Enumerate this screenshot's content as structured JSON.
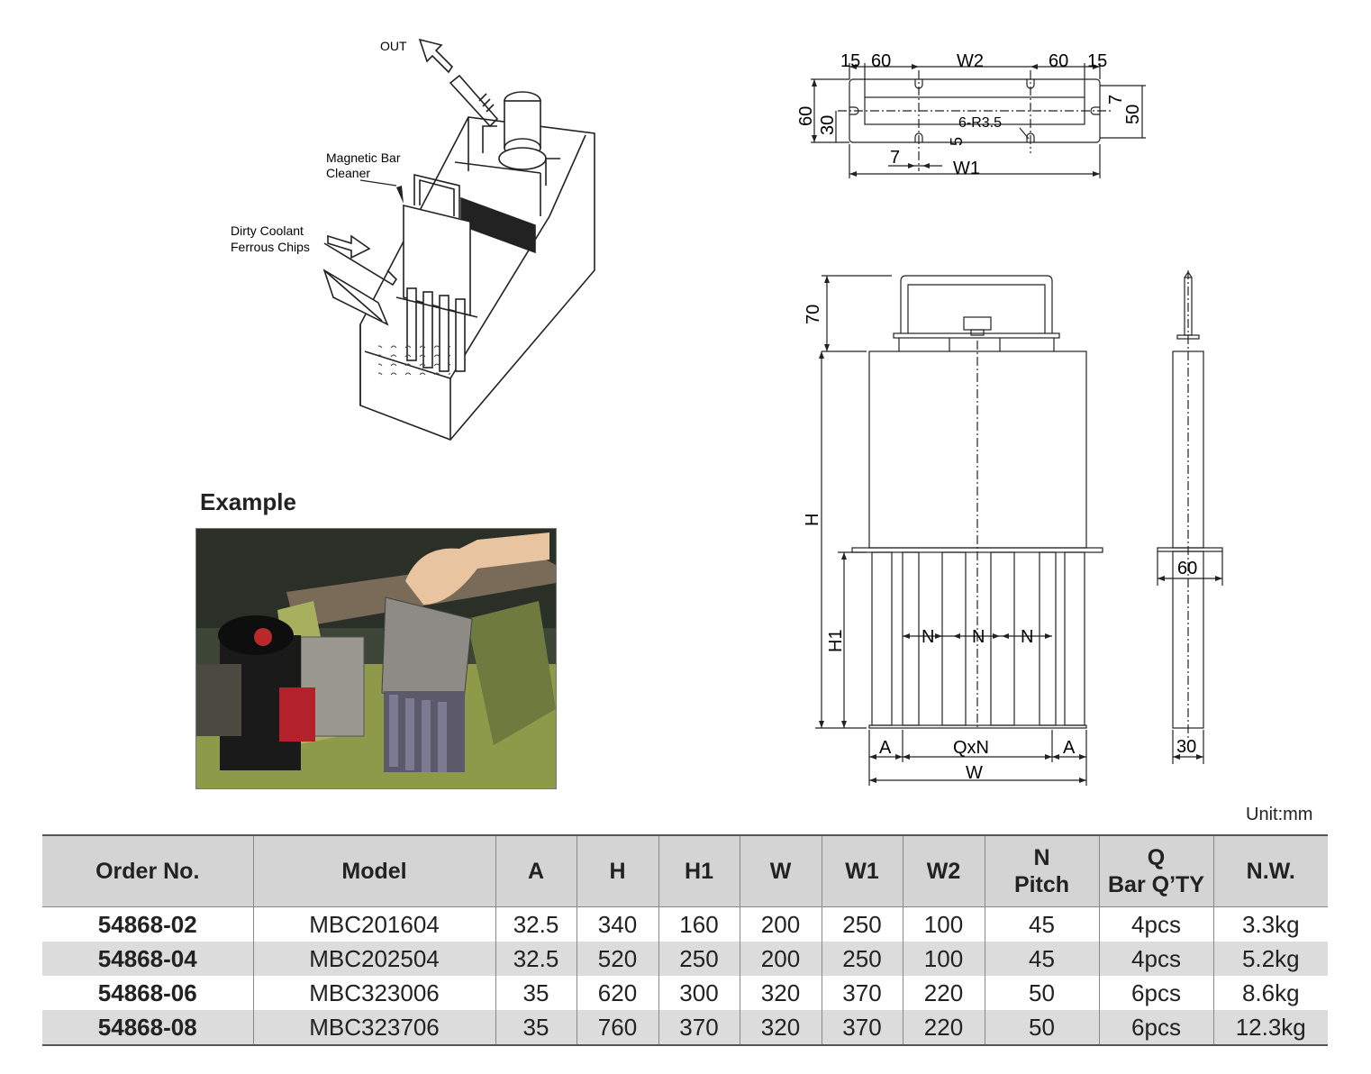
{
  "schematic": {
    "label_out": "OUT",
    "label_cleaner_line1": "Magnetic Bar",
    "label_cleaner_line2": "Cleaner",
    "label_inlet_line1": "Dirty Coolant",
    "label_inlet_line2": "Ferrous Chips"
  },
  "example": {
    "heading": "Example"
  },
  "top_view": {
    "dim_15_left": "15",
    "dim_60_left": "60",
    "dim_w2": "W2",
    "dim_60_right": "60",
    "dim_15_right": "15",
    "dim_60_vert": "60",
    "dim_30_vert": "30",
    "dim_7_right": "7",
    "dim_50_vert": "50",
    "dim_radius": "6-R3.5",
    "dim_5": "5",
    "dim_7_bottom": "7",
    "dim_w1": "W1"
  },
  "front_view": {
    "dim_70": "70",
    "dim_h": "H",
    "dim_h1": "H1",
    "dim_n1": "N",
    "dim_n2": "N",
    "dim_n3": "N",
    "dim_a_left": "A",
    "dim_qxn": "QxN",
    "dim_a_right": "A",
    "dim_w": "W"
  },
  "side_view": {
    "dim_60": "60",
    "dim_30": "30"
  },
  "unit": "Unit:mm",
  "table": {
    "headers": [
      {
        "line1": "Order No.",
        "line2": ""
      },
      {
        "line1": "Model",
        "line2": ""
      },
      {
        "line1": "A",
        "line2": ""
      },
      {
        "line1": "H",
        "line2": ""
      },
      {
        "line1": "H1",
        "line2": ""
      },
      {
        "line1": "W",
        "line2": ""
      },
      {
        "line1": "W1",
        "line2": ""
      },
      {
        "line1": "W2",
        "line2": ""
      },
      {
        "line1": "N",
        "line2": "Pitch"
      },
      {
        "line1": "Q",
        "line2": "Bar Q’TY"
      },
      {
        "line1": "N.W.",
        "line2": ""
      }
    ],
    "rows": [
      [
        "54868-02",
        "MBC201604",
        "32.5",
        "340",
        "160",
        "200",
        "250",
        "100",
        "45",
        "4pcs",
        "3.3kg"
      ],
      [
        "54868-04",
        "MBC202504",
        "32.5",
        "520",
        "250",
        "200",
        "250",
        "100",
        "45",
        "4pcs",
        "5.2kg"
      ],
      [
        "54868-06",
        "MBC323006",
        "35",
        "620",
        "300",
        "320",
        "370",
        "220",
        "50",
        "6pcs",
        "8.6kg"
      ],
      [
        "54868-08",
        "MBC323706",
        "35",
        "760",
        "370",
        "320",
        "370",
        "220",
        "50",
        "6pcs",
        "12.3kg"
      ]
    ]
  }
}
